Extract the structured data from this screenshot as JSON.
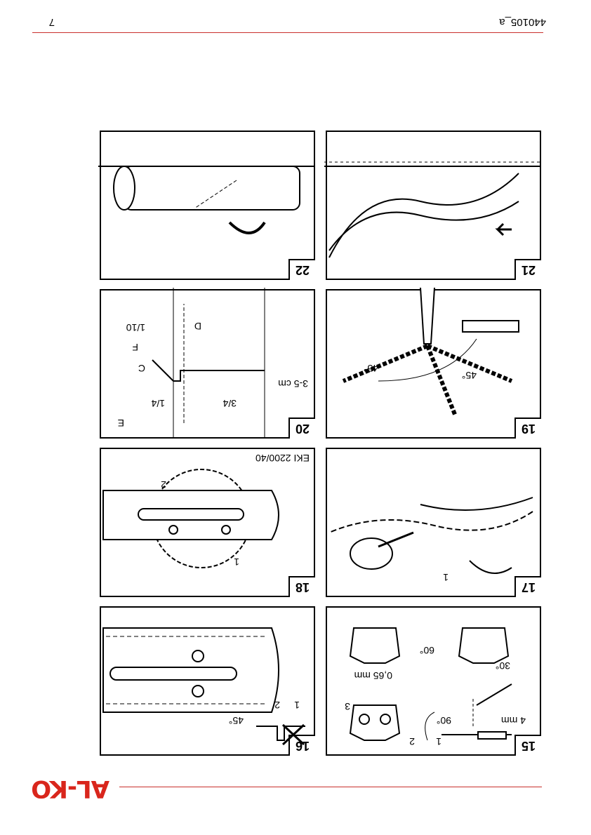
{
  "header": {
    "doc_code": "440105_a",
    "page_number": "7"
  },
  "brand": {
    "logo_text": "AL-KO",
    "color": "#d9261c"
  },
  "figures": [
    {
      "number": "15",
      "labels": [
        "4 mm",
        "30°",
        "90°",
        "60°",
        "0,65 mm",
        "1",
        "2",
        "3"
      ]
    },
    {
      "number": "16",
      "labels": [
        "1",
        "2",
        "45°"
      ]
    },
    {
      "number": "17",
      "labels": [
        "1"
      ]
    },
    {
      "number": "18",
      "labels": [
        "EKI 2200/40",
        "1",
        "2"
      ]
    },
    {
      "number": "19",
      "labels": [
        "45°",
        "45°"
      ]
    },
    {
      "number": "20",
      "labels": [
        "3-5 cm",
        "3/4",
        "1/4",
        "1/10",
        "C",
        "D",
        "E",
        "F"
      ]
    },
    {
      "number": "21",
      "labels": []
    },
    {
      "number": "22",
      "labels": []
    }
  ],
  "icons": [
    "alko-logo",
    "file-icon",
    "chain-icon",
    "chainsaw-icon",
    "tree-icon",
    "log-icon",
    "arrow-icon"
  ]
}
